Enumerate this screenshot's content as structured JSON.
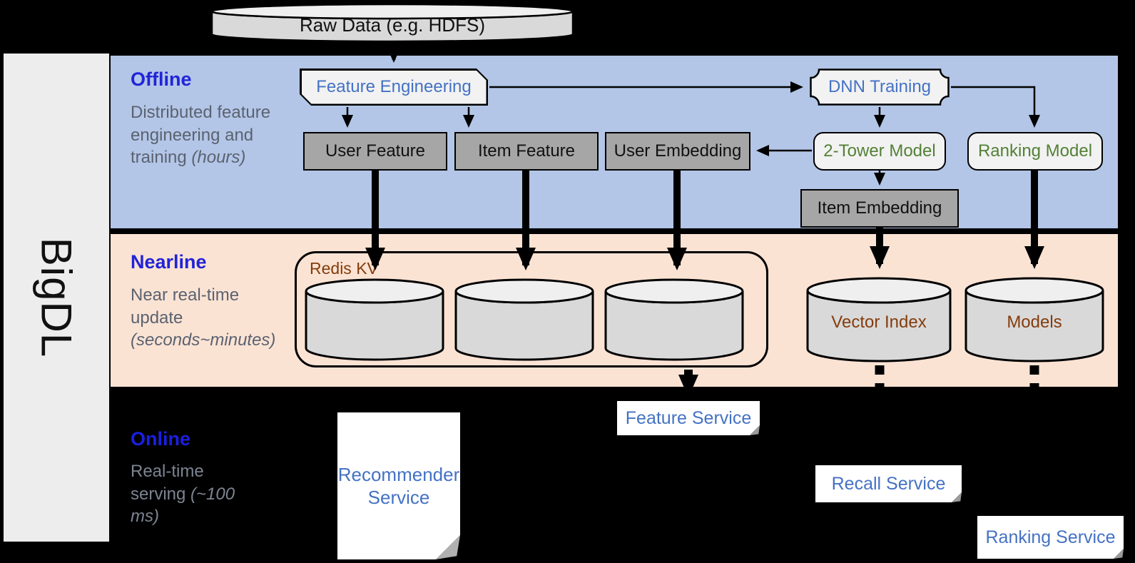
{
  "brand": {
    "label": "BigDL"
  },
  "datasource": {
    "label": "Raw Data (e.g. HDFS)"
  },
  "bands": {
    "offline": {
      "title": "Offline",
      "desc": "Distributed feature engineering and training",
      "desc_em": "(hours)"
    },
    "nearline": {
      "title": "Nearline",
      "desc": "Near real-time update",
      "desc_em": "(seconds~minutes)"
    },
    "online": {
      "title": "Online",
      "desc": "Real-time serving",
      "desc_em": "(~100 ms)"
    }
  },
  "nodes": {
    "feature_engineering": "Feature Engineering",
    "dnn_training": "DNN Training",
    "user_feature": "User Feature",
    "item_feature": "Item Feature",
    "user_embedding": "User Embedding",
    "item_embedding": "Item Embedding",
    "two_tower_model": "2-Tower Model",
    "ranking_model": "Ranking Model",
    "redis_kv": "Redis KV",
    "vector_index": "Vector Index",
    "models": "Models",
    "recommender_service": "Recommender Service",
    "feature_service": "Feature Service",
    "recall_service": "Recall Service",
    "ranking_service": "Ranking Service"
  },
  "colors": {
    "background": "#000000",
    "offline_band": "#b3c6e7",
    "nearline_band": "#fbe3d4",
    "sidebar": "#ededed",
    "accent_blue": "#4472c4",
    "heading_blue": "#2124d8",
    "model_green": "#538135",
    "storage_brown": "#843c0c",
    "gray_box": "#a6a6a6"
  }
}
